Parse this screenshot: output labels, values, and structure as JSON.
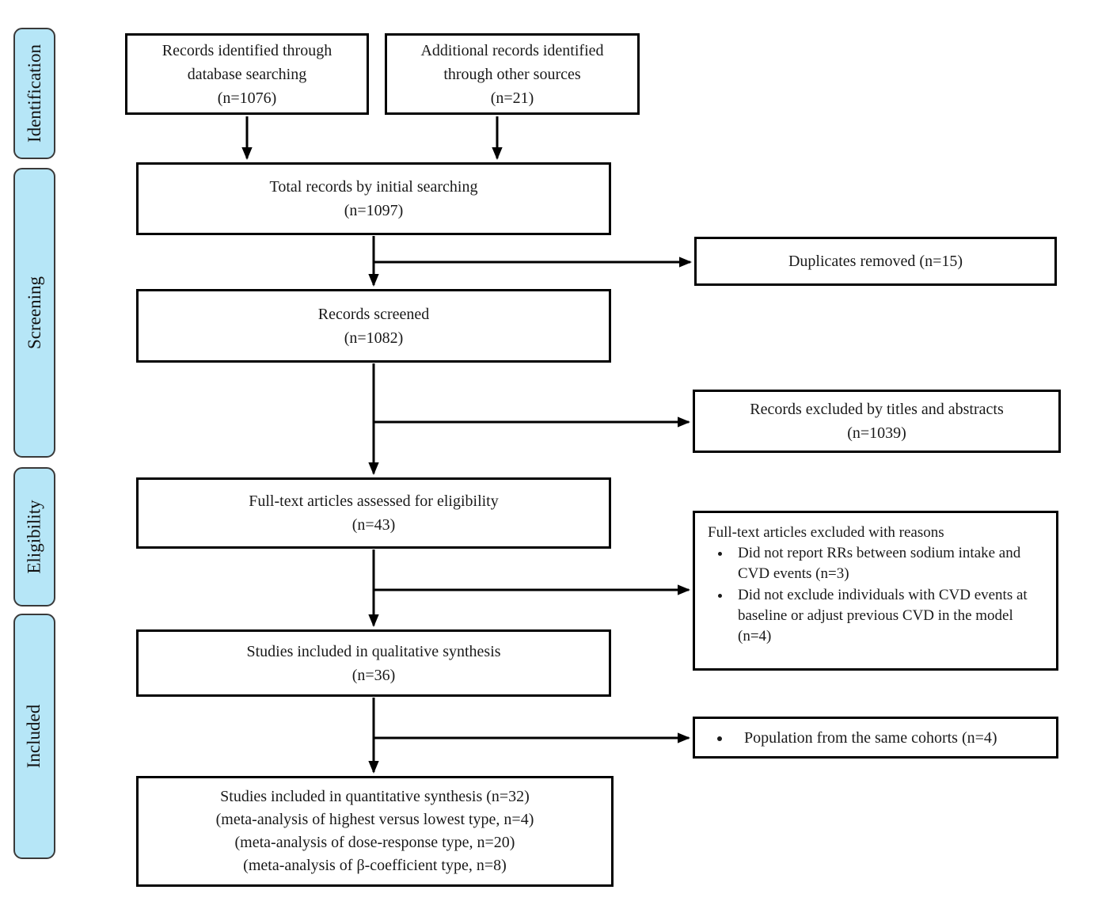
{
  "diagram": {
    "type": "prisma-flowchart",
    "stages": [
      {
        "label": "Identification"
      },
      {
        "label": "Screening"
      },
      {
        "label": "Eligibility"
      },
      {
        "label": "Included"
      }
    ],
    "boxes": {
      "db_search": {
        "text": "Records identified through\ndatabase searching\n(n=1076)"
      },
      "other_sources": {
        "text": "Additional records identified\nthrough other sources\n(n=21)"
      },
      "total_records": {
        "text": "Total records by initial searching\n(n=1097)"
      },
      "duplicates": {
        "text": "Duplicates removed (n=15)"
      },
      "screened": {
        "text": "Records screened\n(n=1082)"
      },
      "title_excluded": {
        "text": "Records excluded by titles and abstracts\n(n=1039)"
      },
      "fulltext": {
        "text": "Full-text articles assessed for eligibility\n(n=43)"
      },
      "fulltext_excluded": {
        "title": "Full-text articles excluded with reasons",
        "reasons": [
          "Did not report RRs between sodium intake and CVD events (n=3)",
          "Did not exclude individuals with CVD events at baseline or adjust previous CVD in the model (n=4)"
        ]
      },
      "qualitative": {
        "text": "Studies included in qualitative synthesis\n(n=36)"
      },
      "same_cohorts": {
        "items": [
          "Population from the same cohorts (n=4)"
        ]
      },
      "quantitative": {
        "text": "Studies included in quantitative synthesis (n=32)\n(meta-analysis of highest versus lowest type, n=4)\n(meta-analysis of dose-response type, n=20)\n(meta-analysis of β-coefficient type, n=8)"
      }
    },
    "counts": {
      "database_records": 1076,
      "other_source_records": 21,
      "total_records": 1097,
      "duplicates_removed": 15,
      "records_screened": 1082,
      "excluded_titles_abstracts": 1039,
      "fulltext_assessed": 43,
      "fulltext_excluded_no_rr": 3,
      "fulltext_excluded_cvd_baseline": 4,
      "qualitative_synthesis": 36,
      "same_cohorts_excluded": 4,
      "quantitative_synthesis": 32,
      "meta_highest_vs_lowest": 4,
      "meta_dose_response": 20,
      "meta_beta_coefficient": 8
    },
    "colors": {
      "stage_fill": "#b6e6f7",
      "stage_border": "#3a3a3a",
      "box_border": "#000000",
      "arrow": "#000000",
      "background": "#ffffff"
    }
  }
}
